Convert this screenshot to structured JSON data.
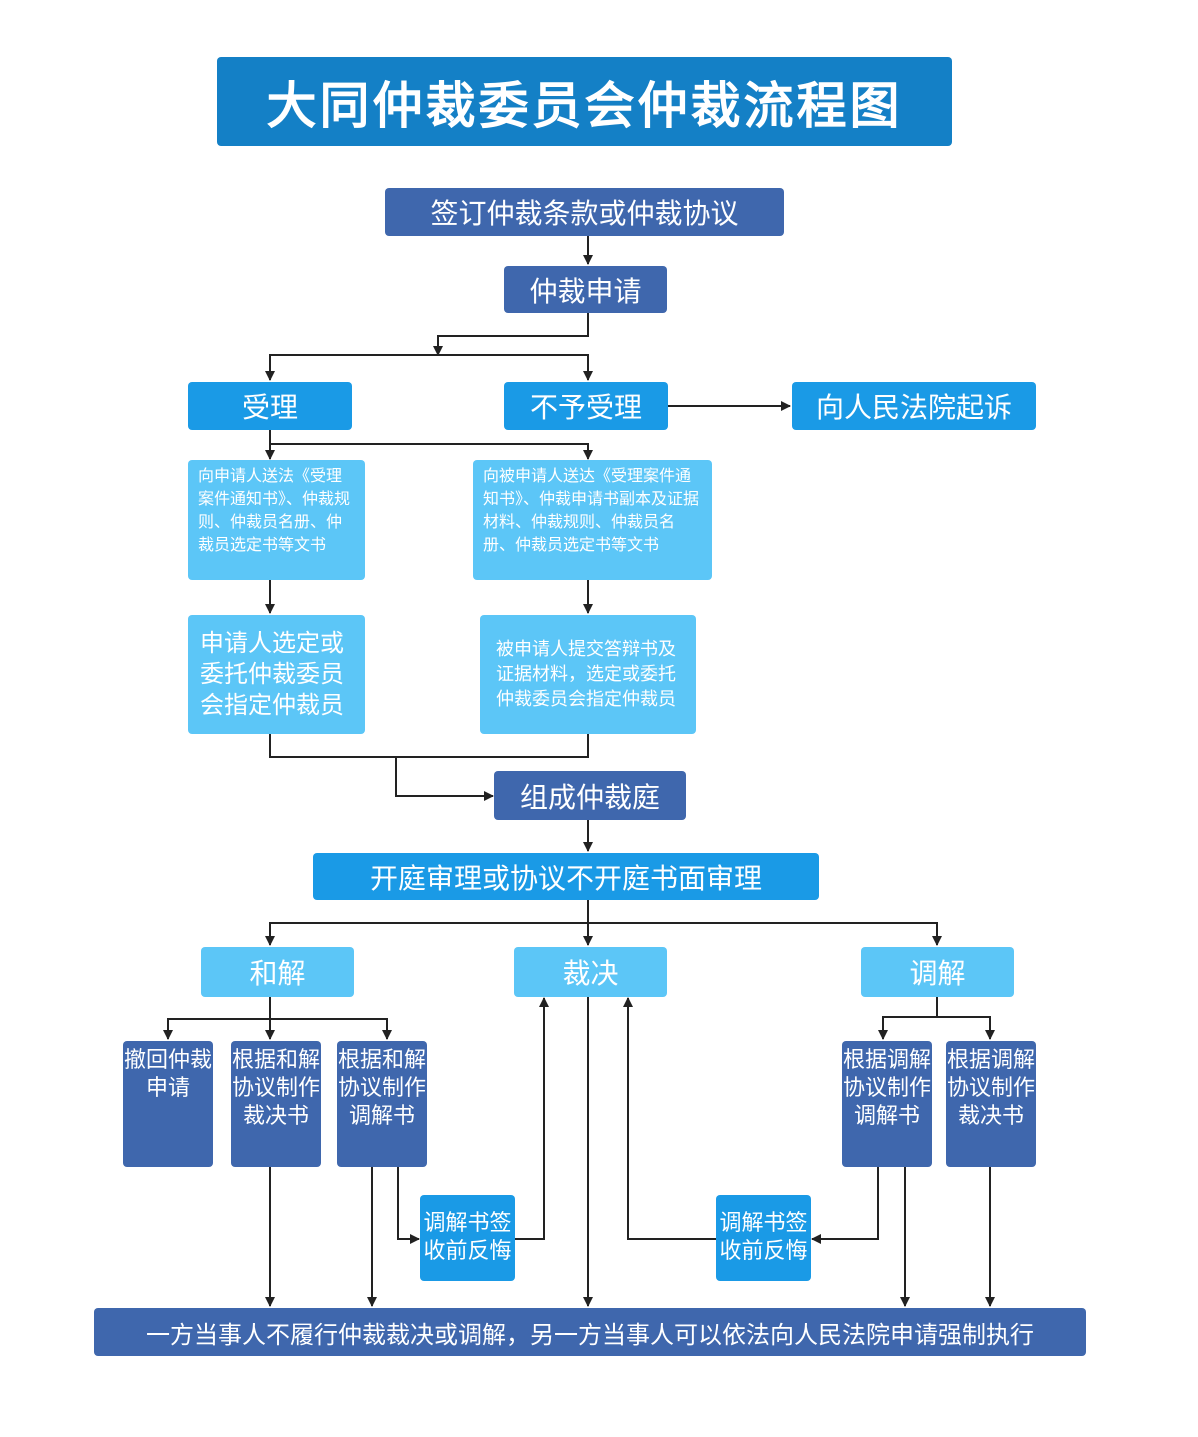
{
  "title": "大同仲裁委员会仲裁流程图",
  "nodes": {
    "sign_clause": "签订仲裁条款或仲裁协议",
    "apply": "仲裁申请",
    "accept": "受理",
    "reject": "不予受理",
    "sue_court": "向人民法院起诉",
    "notify_applicant": "向申请人送法《受理案件通知书》、仲裁规则、仲裁员名册、仲裁员选定书等文书",
    "notify_respondent": "向被申请人送达《受理案件通知书》、仲裁申请书副本及证据材料、仲裁规则、仲裁员名册、仲裁员选定书等文书",
    "applicant_choose": "申请人选定或委托仲裁委员会指定仲裁员",
    "respondent_submit": "被申请人提交答辩书及证据材料，选定或委托仲裁委员会指定仲裁员",
    "form_tribunal": "组成仲裁庭",
    "hearing": "开庭审理或协议不开庭书面审理",
    "settlement": "和解",
    "award": "裁决",
    "mediation": "调解",
    "withdraw": "撤回仲裁申请",
    "settle_award": "根据和解协议制作裁决书",
    "settle_mediation": "根据和解协议制作调解书",
    "regret_left": "调解书签收前反悔",
    "regret_right": "调解书签收前反悔",
    "med_mediation": "根据调解协议制作调解书",
    "med_award": "根据调解协议制作裁决书",
    "enforce": "一方当事人不履行仲裁裁决或调解，另一方当事人可以依法向人民法院申请强制执行"
  },
  "colors": {
    "title_bg": "#1480c6",
    "dark": "#3f67ad",
    "mid": "#1a9ae6",
    "light": "#5cc6f7",
    "line": "#222222"
  }
}
